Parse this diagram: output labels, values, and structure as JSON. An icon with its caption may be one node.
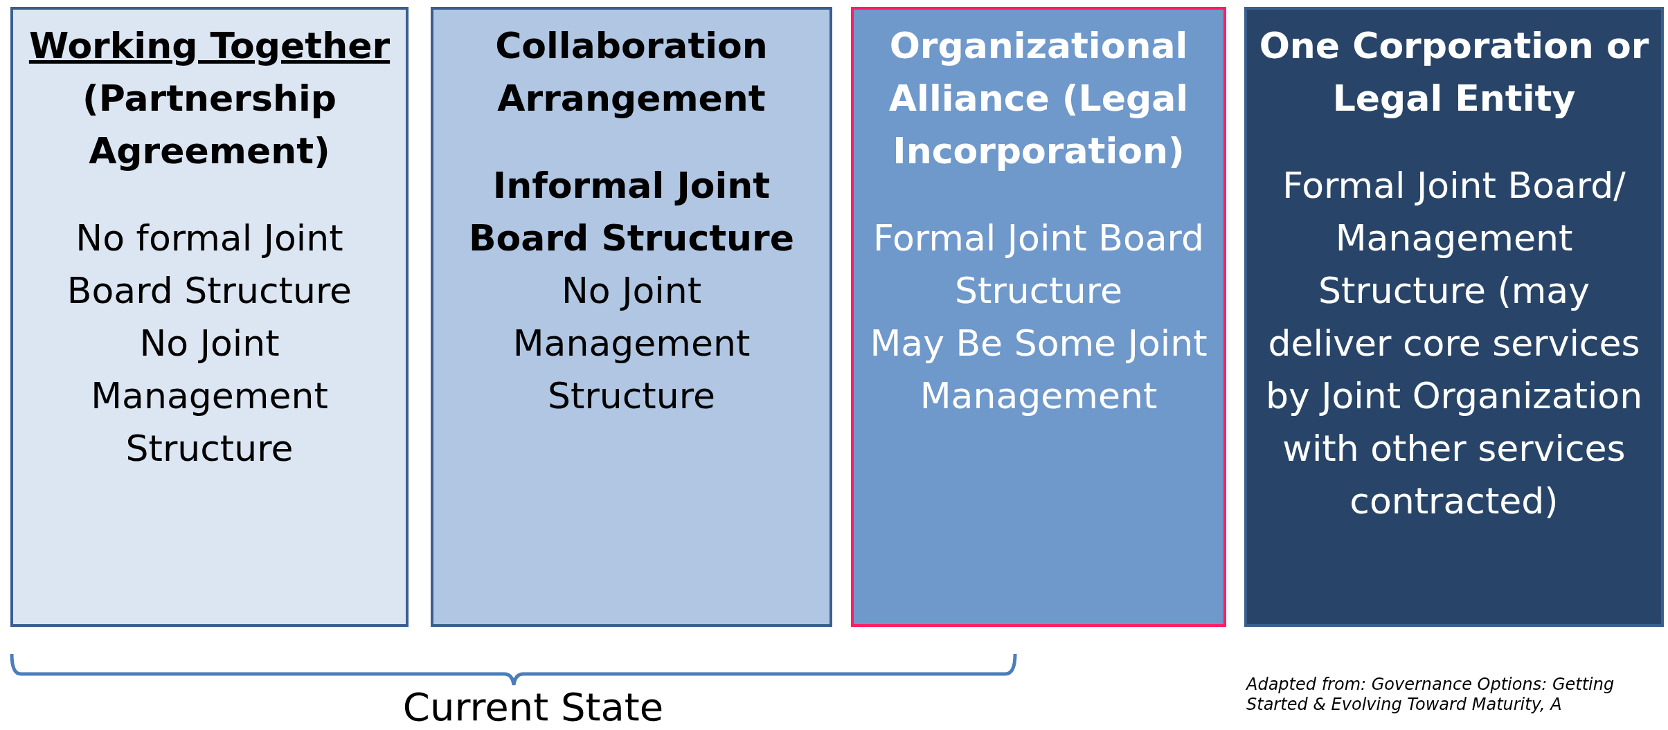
{
  "diagram": {
    "nodes": [
      {
        "text": [
          "Working Together",
          "(Partnership Agreement)",
          "No formal Joint Board Structure",
          "No Joint Management Structure"
        ]
      },
      {
        "text": [
          "Collaboration Arrangement",
          "Informal Joint Board Structure",
          "No Joint Management Structure"
        ]
      },
      {
        "text": [
          "Organizational Alliance (Legal Incorporation)",
          "Formal Joint Board Structure",
          "May Be Some Joint Management"
        ]
      },
      {
        "text": [
          "One Corporation or Legal Entity",
          "Formal Joint Board/ Management Structure (may deliver core services by Joint Organization with other services contracted)"
        ]
      }
    ],
    "edges": [],
    "labels": [
      "Current State",
      "Adapted from: Governance Options: Getting Started & Evolving Toward Maturity, A"
    ]
  }
}
